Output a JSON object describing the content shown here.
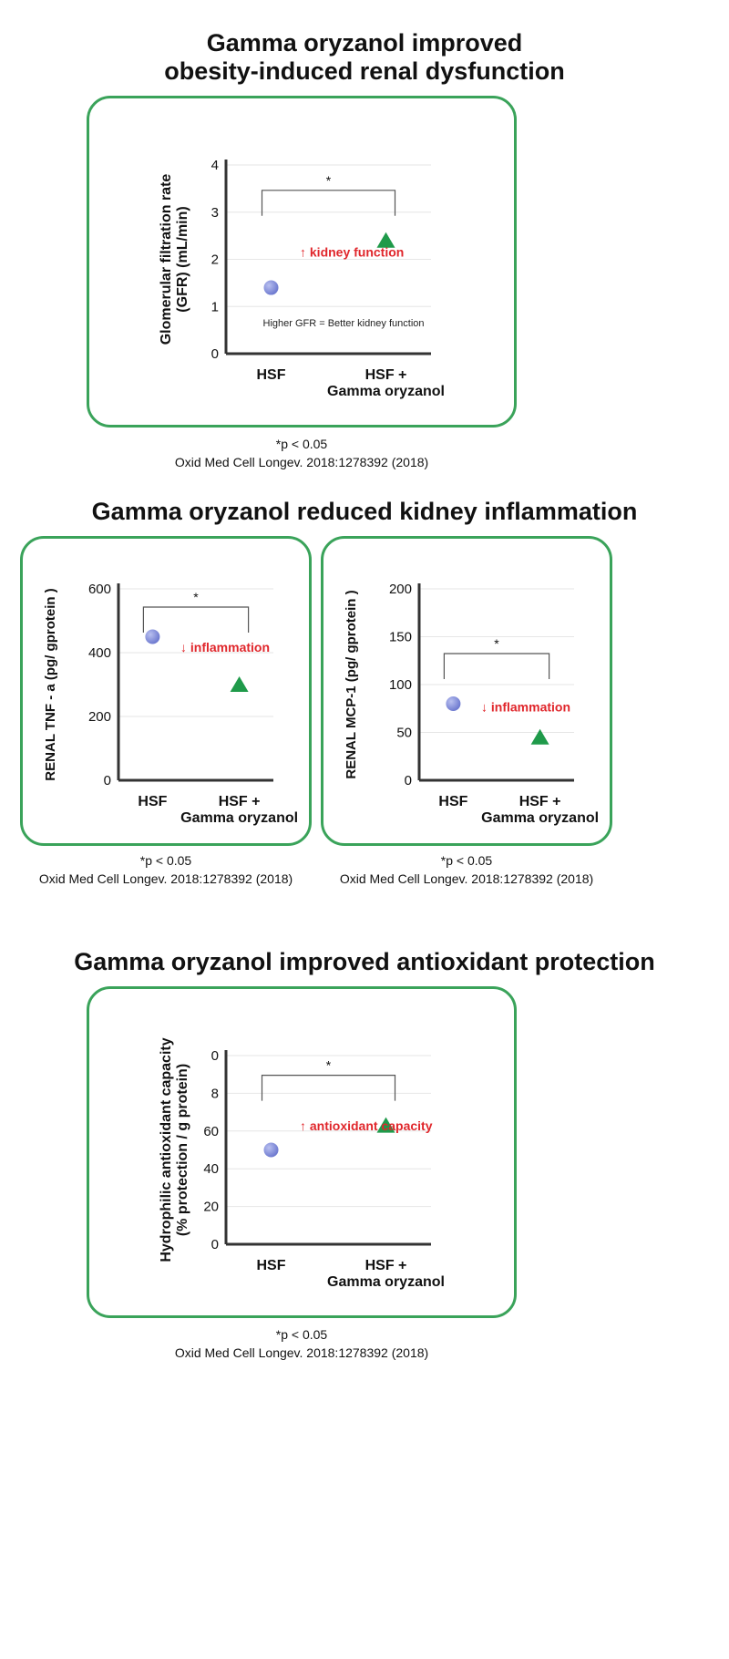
{
  "sections": [
    {
      "title_lines": [
        "Gamma oryzanol improved",
        "obesity-induced renal dysfunction"
      ]
    },
    {
      "title_lines": [
        "Gamma oryzanol reduced kidney inflammation"
      ]
    },
    {
      "title_lines": [
        "Gamma oryzanol improved antioxidant protection"
      ]
    }
  ],
  "footnotes": {
    "significance": "*p < 0.05",
    "citation": "Oxid Med Cell Longev. 2018:1278392 (2018)"
  },
  "colors": {
    "panel_border": "#3aa35a",
    "hsf_marker": "#6f7bd0",
    "treatment_marker": "#1f9a4a",
    "annotation": "#e0262b"
  },
  "chart_data": [
    {
      "type": "scatter",
      "ylabel_lines": [
        "Glomerular filtration rate",
        "(GFR) (mL/min)"
      ],
      "categories": [
        [
          "HSF"
        ],
        [
          "HSF +",
          "Gamma oryzanol"
        ]
      ],
      "values": [
        1.4,
        2.4
      ],
      "yticks": [
        "0",
        "1",
        "2",
        "3",
        "4"
      ],
      "ylim": [
        0,
        4
      ],
      "grid": true,
      "significance_marker": "*",
      "annotation": "↑ kidney function",
      "note": "Higher GFR = Better kidney function"
    },
    {
      "type": "scatter",
      "ylabel_lines": [
        "RENAL TNF - a  (pg/ gprotein )"
      ],
      "categories": [
        [
          "HSF"
        ],
        [
          "HSF +",
          "Gamma oryzanol"
        ]
      ],
      "values": [
        450,
        300
      ],
      "yticks": [
        "0",
        "200",
        "400",
        "600"
      ],
      "ylim": [
        0,
        600
      ],
      "grid": true,
      "significance_marker": "*",
      "annotation": "↓ inflammation"
    },
    {
      "type": "scatter",
      "ylabel_lines": [
        "RENAL MCP-1  (pg/ gprotein )"
      ],
      "categories": [
        [
          "HSF"
        ],
        [
          "HSF +",
          "Gamma oryzanol"
        ]
      ],
      "values": [
        80,
        45
      ],
      "yticks": [
        "0",
        "50",
        "100",
        "150",
        "200"
      ],
      "ylim": [
        0,
        200
      ],
      "grid": true,
      "significance_marker": "*",
      "annotation": "↓ inflammation"
    },
    {
      "type": "scatter",
      "ylabel_lines": [
        "Hydrophilic antioxidant capacity",
        "(% protection / g protein)"
      ],
      "categories": [
        [
          "HSF"
        ],
        [
          "HSF +",
          "Gamma oryzanol"
        ]
      ],
      "values": [
        50,
        63
      ],
      "yticks": [
        "0",
        "20",
        "40",
        "60",
        "8",
        "0"
      ],
      "ylim": [
        0,
        100
      ],
      "grid": true,
      "significance_marker": "*",
      "annotation": "↑ antioxidant capacity"
    }
  ]
}
